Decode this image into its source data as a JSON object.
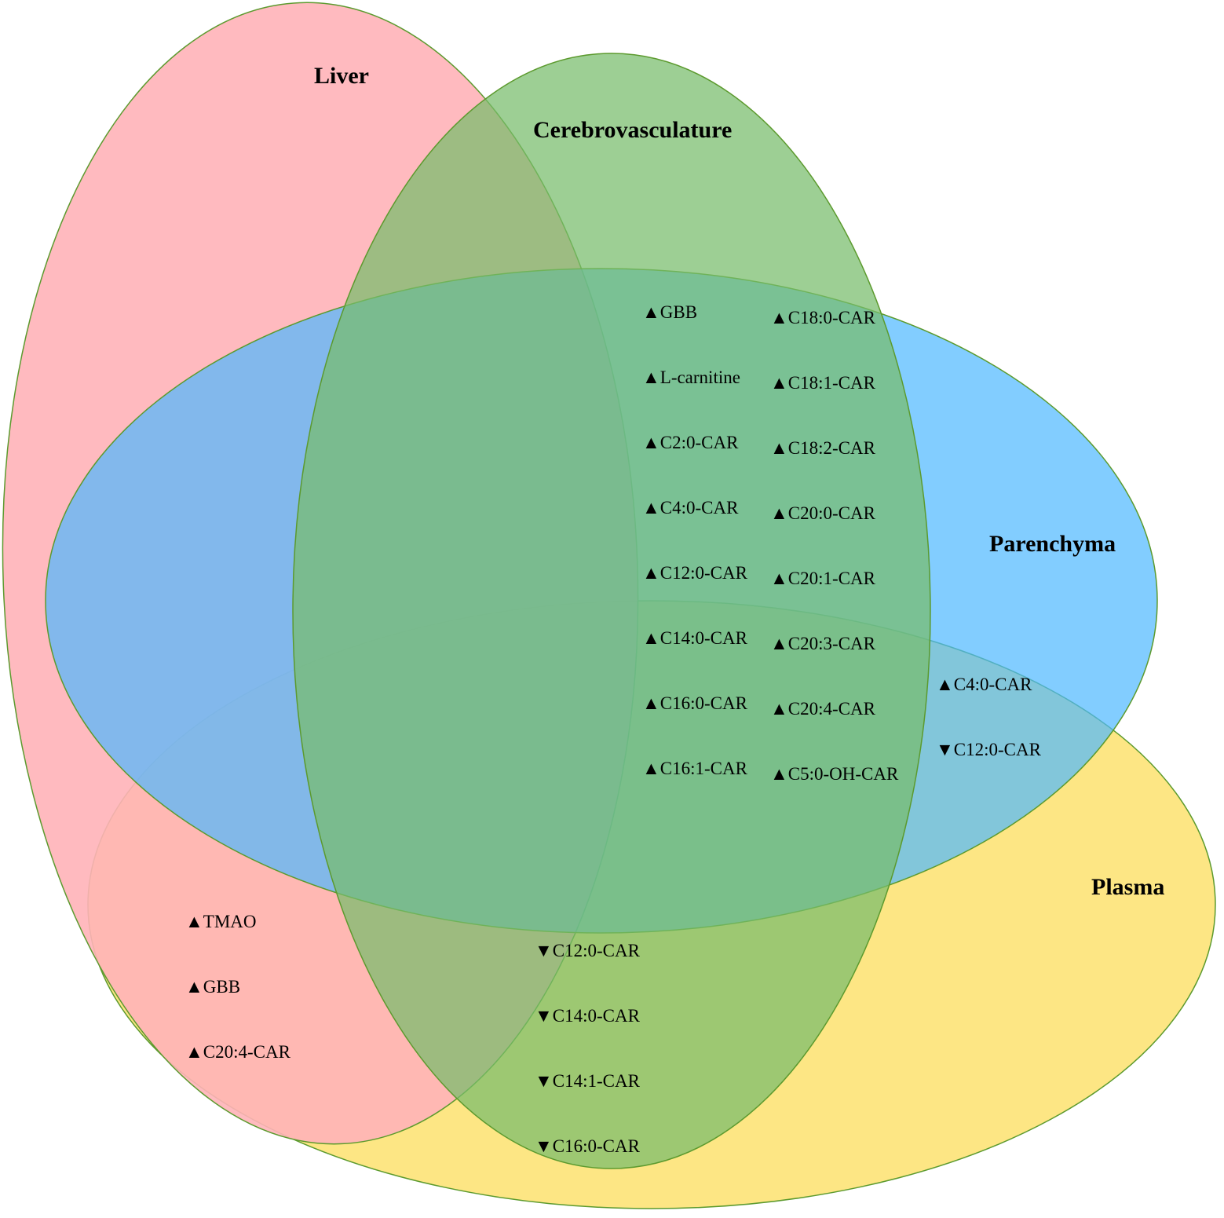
{
  "sets": [
    {
      "id": "liver",
      "label": "Liver",
      "color": "#ffb3b8"
    },
    {
      "id": "cerebrovasculature",
      "label": "Cerebrovasculature",
      "color": "#77bd6b"
    },
    {
      "id": "parenchyma",
      "label": "Parenchyma",
      "color": "#4db8ff"
    },
    {
      "id": "plasma",
      "label": "Plasma",
      "color": "#fde57d"
    }
  ],
  "regions": {
    "cerebro_parenchyma_col1": [
      "▲GBB",
      "▲L-carnitine",
      "▲C2:0-CAR",
      "▲C4:0-CAR",
      "▲C12:0-CAR",
      "▲C14:0-CAR",
      "▲C16:0-CAR",
      "▲C16:1-CAR"
    ],
    "cerebro_parenchyma_col2": [
      "▲C18:0-CAR",
      "▲C18:1-CAR",
      "▲C18:2-CAR",
      "▲C20:0-CAR",
      "▲C20:1-CAR",
      "▲C20:3-CAR",
      "▲C20:4-CAR",
      "▲C5:0-OH-CAR"
    ],
    "parenchyma_plasma": [
      "▲C4:0-CAR",
      "▼C12:0-CAR"
    ],
    "liver_plasma": [
      "▲TMAO",
      "▲GBB",
      "▲C20:4-CAR"
    ],
    "cerebro_plasma": [
      "▼C12:0-CAR",
      "▼C14:0-CAR",
      "▼C14:1-CAR",
      "▼C16:0-CAR"
    ]
  }
}
